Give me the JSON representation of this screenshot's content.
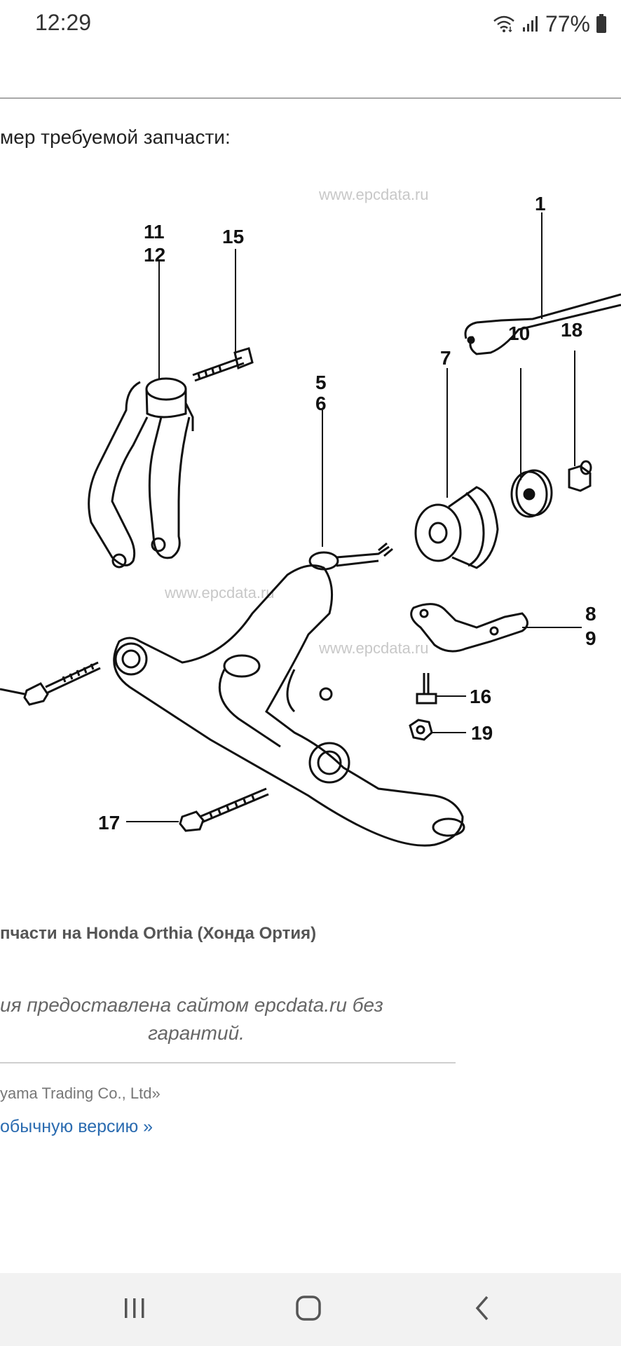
{
  "status_bar": {
    "time": "12:29",
    "battery_percent": "77%",
    "icons": [
      "wifi-icon",
      "signal-icon",
      "battery-icon"
    ]
  },
  "page": {
    "prompt": "мер требуемой запчасти:",
    "caption": "пчасти на Honda Orthia (Хонда Ортия)",
    "disclaimer_line1": "ия предоставлена сайтом epcdata.ru без",
    "disclaimer_line2": "гарантий.",
    "copyright": "yama Trading Co., Ltd»",
    "version_link": "обычную версию »",
    "link_color": "#2a6bb0"
  },
  "diagram": {
    "watermark": "www.epcdata.ru",
    "part_labels": [
      "1",
      "5",
      "6",
      "7",
      "8",
      "9",
      "10",
      "11",
      "12",
      "15",
      "16",
      "17",
      "18",
      "19"
    ]
  },
  "navbar": {
    "buttons": [
      "recent-apps-icon",
      "home-icon",
      "back-icon"
    ]
  }
}
